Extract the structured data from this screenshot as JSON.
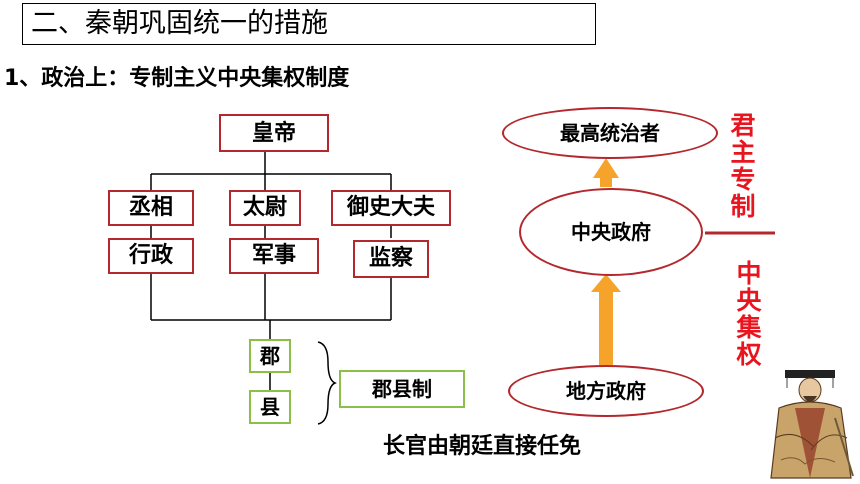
{
  "heading": "二、秦朝巩固统一的措施",
  "subheading": "1、政治上：专制主义中央集权制度",
  "hierarchy": {
    "emperor": "皇帝",
    "officials": [
      {
        "title": "丞相",
        "duty": "行政"
      },
      {
        "title": "太尉",
        "duty": "军事"
      },
      {
        "title": "御史大夫",
        "duty": "监察"
      }
    ],
    "local": [
      "郡",
      "县"
    ],
    "system_label": "郡县制",
    "footer": "长官由朝廷直接任免"
  },
  "power_chain": {
    "top": "最高统治者",
    "middle": "中央政府",
    "bottom": "地方政府"
  },
  "side_labels": {
    "upper": "君主专制",
    "lower": "中央集权"
  },
  "colors": {
    "red_border": "#b3282d",
    "green_border": "#8cbf4a",
    "arrow_orange": "#f5a32a",
    "label_red": "#e8141e"
  }
}
